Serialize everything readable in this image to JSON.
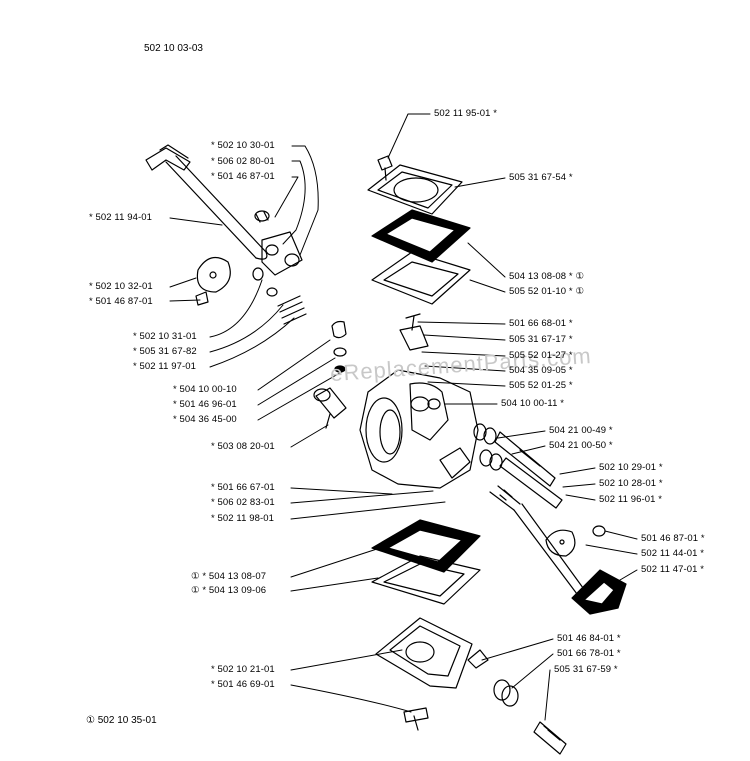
{
  "diagram_title": "502 10 03-03",
  "footer_note": "① 502 10 35-01",
  "watermark": "eReplacementParts.com",
  "parts": [
    {
      "id": "p1",
      "text": "* 502 10 30-01"
    },
    {
      "id": "p2",
      "text": "* 506 02 80-01"
    },
    {
      "id": "p3",
      "text": "* 501 46 87-01"
    },
    {
      "id": "p4",
      "text": "* 502 11 94-01"
    },
    {
      "id": "p5",
      "text": "* 502 10 32-01"
    },
    {
      "id": "p6",
      "text": "* 501 46 87-01"
    },
    {
      "id": "p7",
      "text": "* 502 10 31-01"
    },
    {
      "id": "p8",
      "text": "* 505 31 67-82"
    },
    {
      "id": "p9",
      "text": "* 502 11 97-01"
    },
    {
      "id": "p10",
      "text": "* 504 10 00-10"
    },
    {
      "id": "p11",
      "text": "* 501 46 96-01"
    },
    {
      "id": "p12",
      "text": "* 504 36 45-00"
    },
    {
      "id": "p13",
      "text": "* 503 08 20-01"
    },
    {
      "id": "p14",
      "text": "* 501 66 67-01"
    },
    {
      "id": "p15",
      "text": "* 506 02 83-01"
    },
    {
      "id": "p16",
      "text": "* 502 11 98-01"
    },
    {
      "id": "p17",
      "text": "① * 504 13 08-07"
    },
    {
      "id": "p18",
      "text": "① * 504 13 09-06"
    },
    {
      "id": "p19",
      "text": "* 502 10 21-01"
    },
    {
      "id": "p20",
      "text": "* 501 46 69-01"
    },
    {
      "id": "p21",
      "text": "502 11 95-01 *"
    },
    {
      "id": "p22",
      "text": "505 31 67-54 *"
    },
    {
      "id": "p23",
      "text": "504 13 08-08 * ①"
    },
    {
      "id": "p24",
      "text": "505 52 01-10 * ①"
    },
    {
      "id": "p25",
      "text": "501 66 68-01 *"
    },
    {
      "id": "p26",
      "text": "505 31 67-17 *"
    },
    {
      "id": "p27",
      "text": "505 52 01-27 *"
    },
    {
      "id": "p28",
      "text": "504 35 09-05 *"
    },
    {
      "id": "p29",
      "text": "505 52 01-25 *"
    },
    {
      "id": "p30",
      "text": "504 10 00-11 *"
    },
    {
      "id": "p31",
      "text": "504 21 00-49 *"
    },
    {
      "id": "p32",
      "text": "504 21 00-50 *"
    },
    {
      "id": "p33",
      "text": "502 10 29-01 *"
    },
    {
      "id": "p34",
      "text": "502 10 28-01 *"
    },
    {
      "id": "p35",
      "text": "502 11 96-01 *"
    },
    {
      "id": "p36",
      "text": "501 46 87-01 *"
    },
    {
      "id": "p37",
      "text": "502 11 44-01 *"
    },
    {
      "id": "p38",
      "text": "502 11 47-01 *"
    },
    {
      "id": "p39",
      "text": "501 46 84-01 *"
    },
    {
      "id": "p40",
      "text": "501 66 78-01 *"
    },
    {
      "id": "p41",
      "text": "505 31 67-59 *"
    }
  ]
}
